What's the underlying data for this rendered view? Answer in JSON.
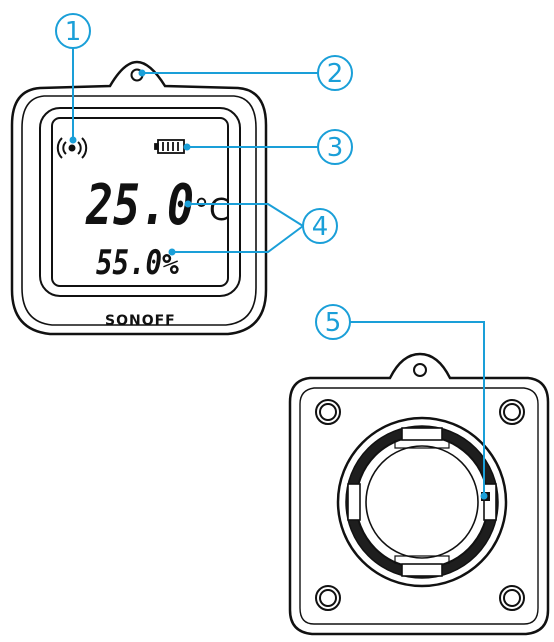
{
  "front_device": {
    "temperature": "25.0",
    "temperature_unit": "°C",
    "humidity": "55.0",
    "humidity_unit": "%",
    "brand": "SONOFF"
  },
  "callouts": [
    {
      "number": "1",
      "target": "signal-icon"
    },
    {
      "number": "2",
      "target": "hanging-hole"
    },
    {
      "number": "3",
      "target": "battery-icon"
    },
    {
      "number": "4",
      "target": "temperature-humidity-readout"
    },
    {
      "number": "5",
      "target": "back-button"
    }
  ],
  "colors": {
    "callout": "#1a9fd8",
    "outline": "#111111"
  },
  "icons": [
    "signal-icon",
    "battery-icon"
  ]
}
